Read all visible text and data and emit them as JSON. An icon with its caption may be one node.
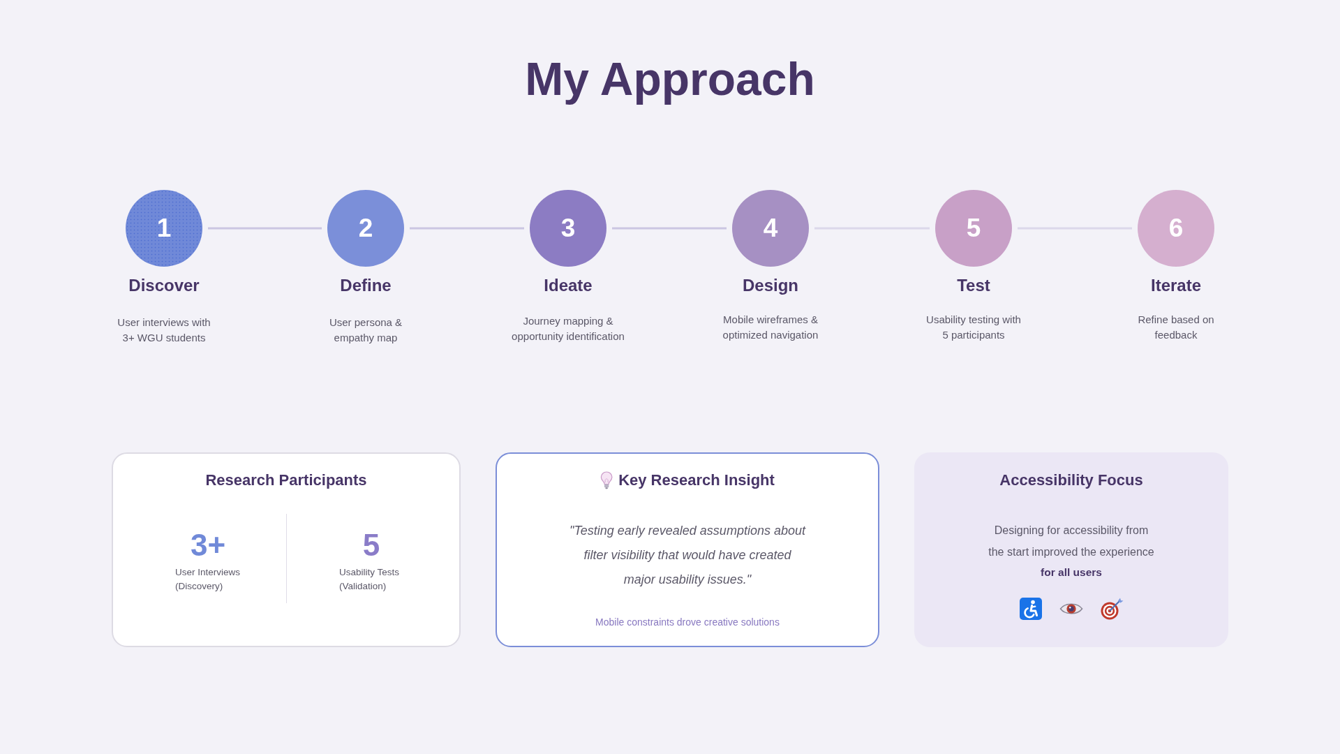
{
  "diagram": {
    "title": "My Approach",
    "nodes": [
      {
        "text": [
          "1"
        ],
        "beside": [
          "Discover",
          "User interviews with 3+ WGU students"
        ]
      },
      {
        "text": [
          "2"
        ],
        "beside": [
          "Define",
          "User persona & empathy map"
        ]
      },
      {
        "text": [
          "3"
        ],
        "beside": [
          "Ideate",
          "Journey mapping & opportunity identification"
        ]
      },
      {
        "text": [
          "4"
        ],
        "beside": [
          "Design",
          "Mobile wireframes & optimized navigation"
        ]
      },
      {
        "text": [
          "5"
        ],
        "beside": [
          "Test",
          "Usability testing with 5 participants"
        ]
      },
      {
        "text": [
          "6"
        ],
        "beside": [
          "Iterate",
          "Refine based on feedback"
        ]
      },
      {
        "text": [
          "Research Participants",
          "3+",
          "User Interviews (Discovery)",
          "5",
          "Usability Tests (Validation)"
        ]
      },
      {
        "text": [
          "Key Research Insight",
          "\"Testing early revealed assumptions about filter visibility that would have created major usability issues.\"",
          "Mobile constraints drove creative solutions"
        ]
      },
      {
        "text": [
          "Accessibility Focus",
          "Designing for accessibility from the start improved the experience",
          "for all users"
        ]
      }
    ],
    "edges": [
      {
        "from": 0,
        "to": 1,
        "arrow": "none"
      },
      {
        "from": 1,
        "to": 2,
        "arrow": "none"
      },
      {
        "from": 2,
        "to": 3,
        "arrow": "none"
      },
      {
        "from": 3,
        "to": 4,
        "arrow": "none",
        "color": "#dcd8ea"
      },
      {
        "from": 4,
        "to": 5,
        "arrow": "none",
        "color": "#dcd8ea"
      }
    ]
  }
}
